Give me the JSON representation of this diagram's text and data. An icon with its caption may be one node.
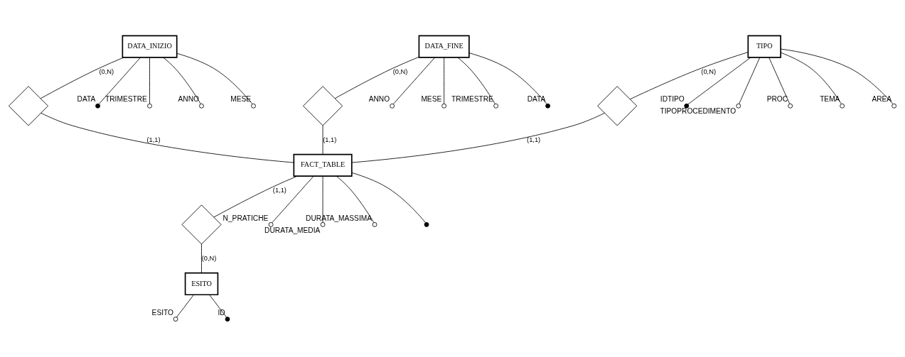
{
  "diagram": {
    "nodes": [
      {
        "text": [
          "DATA_INIZIO"
        ]
      },
      {
        "text": [
          "DATA_FINE"
        ]
      },
      {
        "text": [],
        "shape": "diamond"
      },
      {
        "text": [],
        "shape": "diamond"
      },
      {
        "text": [
          "TIPO"
        ]
      },
      {
        "text": [],
        "shape": "diamond"
      },
      {
        "text": [
          "FACT_TABLE"
        ]
      },
      {
        "text": [],
        "shape": "diamond"
      },
      {
        "text": [
          "ESITO"
        ]
      },
      {
        "text": [],
        "shape": "dot",
        "beside": [
          "DATA"
        ]
      },
      {
        "text": [],
        "shape": "circle",
        "beside": [
          "TRIMESTRE"
        ]
      },
      {
        "text": [],
        "shape": "circle",
        "beside": [
          "ANNO"
        ]
      },
      {
        "text": [],
        "shape": "circle",
        "beside": [
          "MESE"
        ]
      },
      {
        "text": [],
        "shape": "circle",
        "beside": [
          "ANNO"
        ]
      },
      {
        "text": [],
        "shape": "circle",
        "beside": [
          "MESE"
        ]
      },
      {
        "text": [],
        "shape": "circle",
        "beside": [
          "TRIMESTRE"
        ]
      },
      {
        "text": [],
        "shape": "dot",
        "beside": [
          "DATA"
        ]
      },
      {
        "text": [],
        "shape": "dot",
        "beside": [
          "IDTIPO"
        ]
      },
      {
        "text": [],
        "shape": "circle",
        "beside": [
          "TIPOPROCEDIMENTO"
        ]
      },
      {
        "text": [],
        "shape": "circle",
        "beside": [
          "PROC"
        ]
      },
      {
        "text": [],
        "shape": "circle",
        "beside": [
          "TEMA"
        ]
      },
      {
        "text": [],
        "shape": "circle",
        "beside": [
          "AREA"
        ]
      },
      {
        "text": [],
        "shape": "circle",
        "beside": [
          "ESITO"
        ]
      },
      {
        "text": [],
        "shape": "dot",
        "beside": [
          "ID"
        ]
      },
      {
        "text": [],
        "shape": "circle",
        "beside": [
          "N_PRATICHE"
        ]
      },
      {
        "text": [],
        "shape": "circle",
        "beside": [
          "DURATA_MEDIA"
        ]
      },
      {
        "text": [],
        "shape": "circle",
        "beside": [
          "DURATA_MASSIMA"
        ]
      },
      {
        "text": [],
        "shape": "dot"
      }
    ],
    "edges": [
      {
        "from": 0,
        "to": 2,
        "arrow": "none",
        "label": "(0,N)"
      },
      {
        "from": 2,
        "to": 6,
        "arrow": "none",
        "label": "(1,1)"
      },
      {
        "from": 1,
        "to": 3,
        "arrow": "none",
        "label": "(0,N)"
      },
      {
        "from": 3,
        "to": 6,
        "arrow": "none",
        "label": "(1,1)"
      },
      {
        "from": 4,
        "to": 5,
        "arrow": "none",
        "label": "(0,N)"
      },
      {
        "from": 5,
        "to": 6,
        "arrow": "none",
        "label": "(1,1)"
      },
      {
        "from": 6,
        "to": 7,
        "arrow": "none",
        "label": "(1,1)"
      },
      {
        "from": 7,
        "to": 8,
        "arrow": "none",
        "label": "(0,N)"
      },
      {
        "from": 0,
        "to": 9,
        "arrow": "none"
      },
      {
        "from": 0,
        "to": 10,
        "arrow": "none"
      },
      {
        "from": 0,
        "to": 11,
        "arrow": "none"
      },
      {
        "from": 0,
        "to": 12,
        "arrow": "none"
      },
      {
        "from": 1,
        "to": 13,
        "arrow": "none"
      },
      {
        "from": 1,
        "to": 14,
        "arrow": "none"
      },
      {
        "from": 1,
        "to": 15,
        "arrow": "none"
      },
      {
        "from": 1,
        "to": 16,
        "arrow": "none"
      },
      {
        "from": 4,
        "to": 17,
        "arrow": "none"
      },
      {
        "from": 4,
        "to": 18,
        "arrow": "none"
      },
      {
        "from": 4,
        "to": 19,
        "arrow": "none"
      },
      {
        "from": 4,
        "to": 20,
        "arrow": "none"
      },
      {
        "from": 4,
        "to": 21,
        "arrow": "none"
      },
      {
        "from": 8,
        "to": 22,
        "arrow": "none"
      },
      {
        "from": 8,
        "to": 23,
        "arrow": "none"
      },
      {
        "from": 6,
        "to": 24,
        "arrow": "none"
      },
      {
        "from": 6,
        "to": 25,
        "arrow": "none"
      },
      {
        "from": 6,
        "to": 26,
        "arrow": "none"
      },
      {
        "from": 6,
        "to": 27,
        "arrow": "none"
      }
    ]
  }
}
